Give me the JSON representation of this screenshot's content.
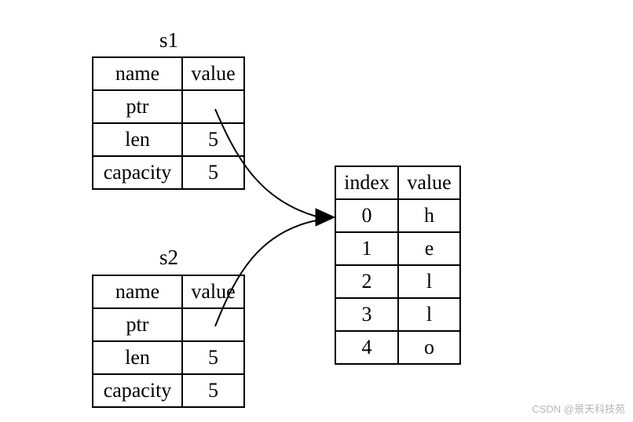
{
  "s1": {
    "label": "s1",
    "headers": [
      "name",
      "value"
    ],
    "rows": [
      {
        "name": "ptr",
        "value": ""
      },
      {
        "name": "len",
        "value": "5"
      },
      {
        "name": "capacity",
        "value": "5"
      }
    ]
  },
  "s2": {
    "label": "s2",
    "headers": [
      "name",
      "value"
    ],
    "rows": [
      {
        "name": "ptr",
        "value": ""
      },
      {
        "name": "len",
        "value": "5"
      },
      {
        "name": "capacity",
        "value": "5"
      }
    ]
  },
  "heap": {
    "headers": [
      "index",
      "value"
    ],
    "rows": [
      {
        "index": "0",
        "value": "h"
      },
      {
        "index": "1",
        "value": "e"
      },
      {
        "index": "2",
        "value": "l"
      },
      {
        "index": "3",
        "value": "l"
      },
      {
        "index": "4",
        "value": "o"
      }
    ]
  },
  "watermark": "CSDN @景天科技苑"
}
